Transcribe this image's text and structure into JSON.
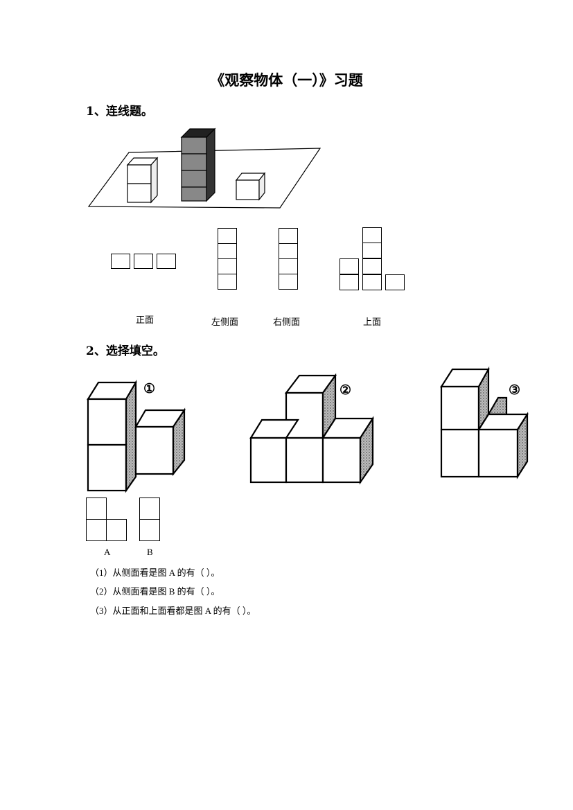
{
  "title": "《观察物体（一）》习题",
  "section1": {
    "heading": "1、连线题。",
    "view_labels": [
      "正面",
      "左侧面",
      "右侧面",
      "上面"
    ]
  },
  "section2": {
    "heading": "2、选择填空。",
    "figure_numbers": [
      "①",
      "②",
      "③"
    ],
    "option_labels": [
      "A",
      "B"
    ],
    "questions": [
      "（1）从侧面看是图 A 的有（    ）。",
      "（2）从侧面看是图 B 的有（    ）。",
      "（3）从正面和上面看都是图 A 的有（    ）。"
    ]
  }
}
